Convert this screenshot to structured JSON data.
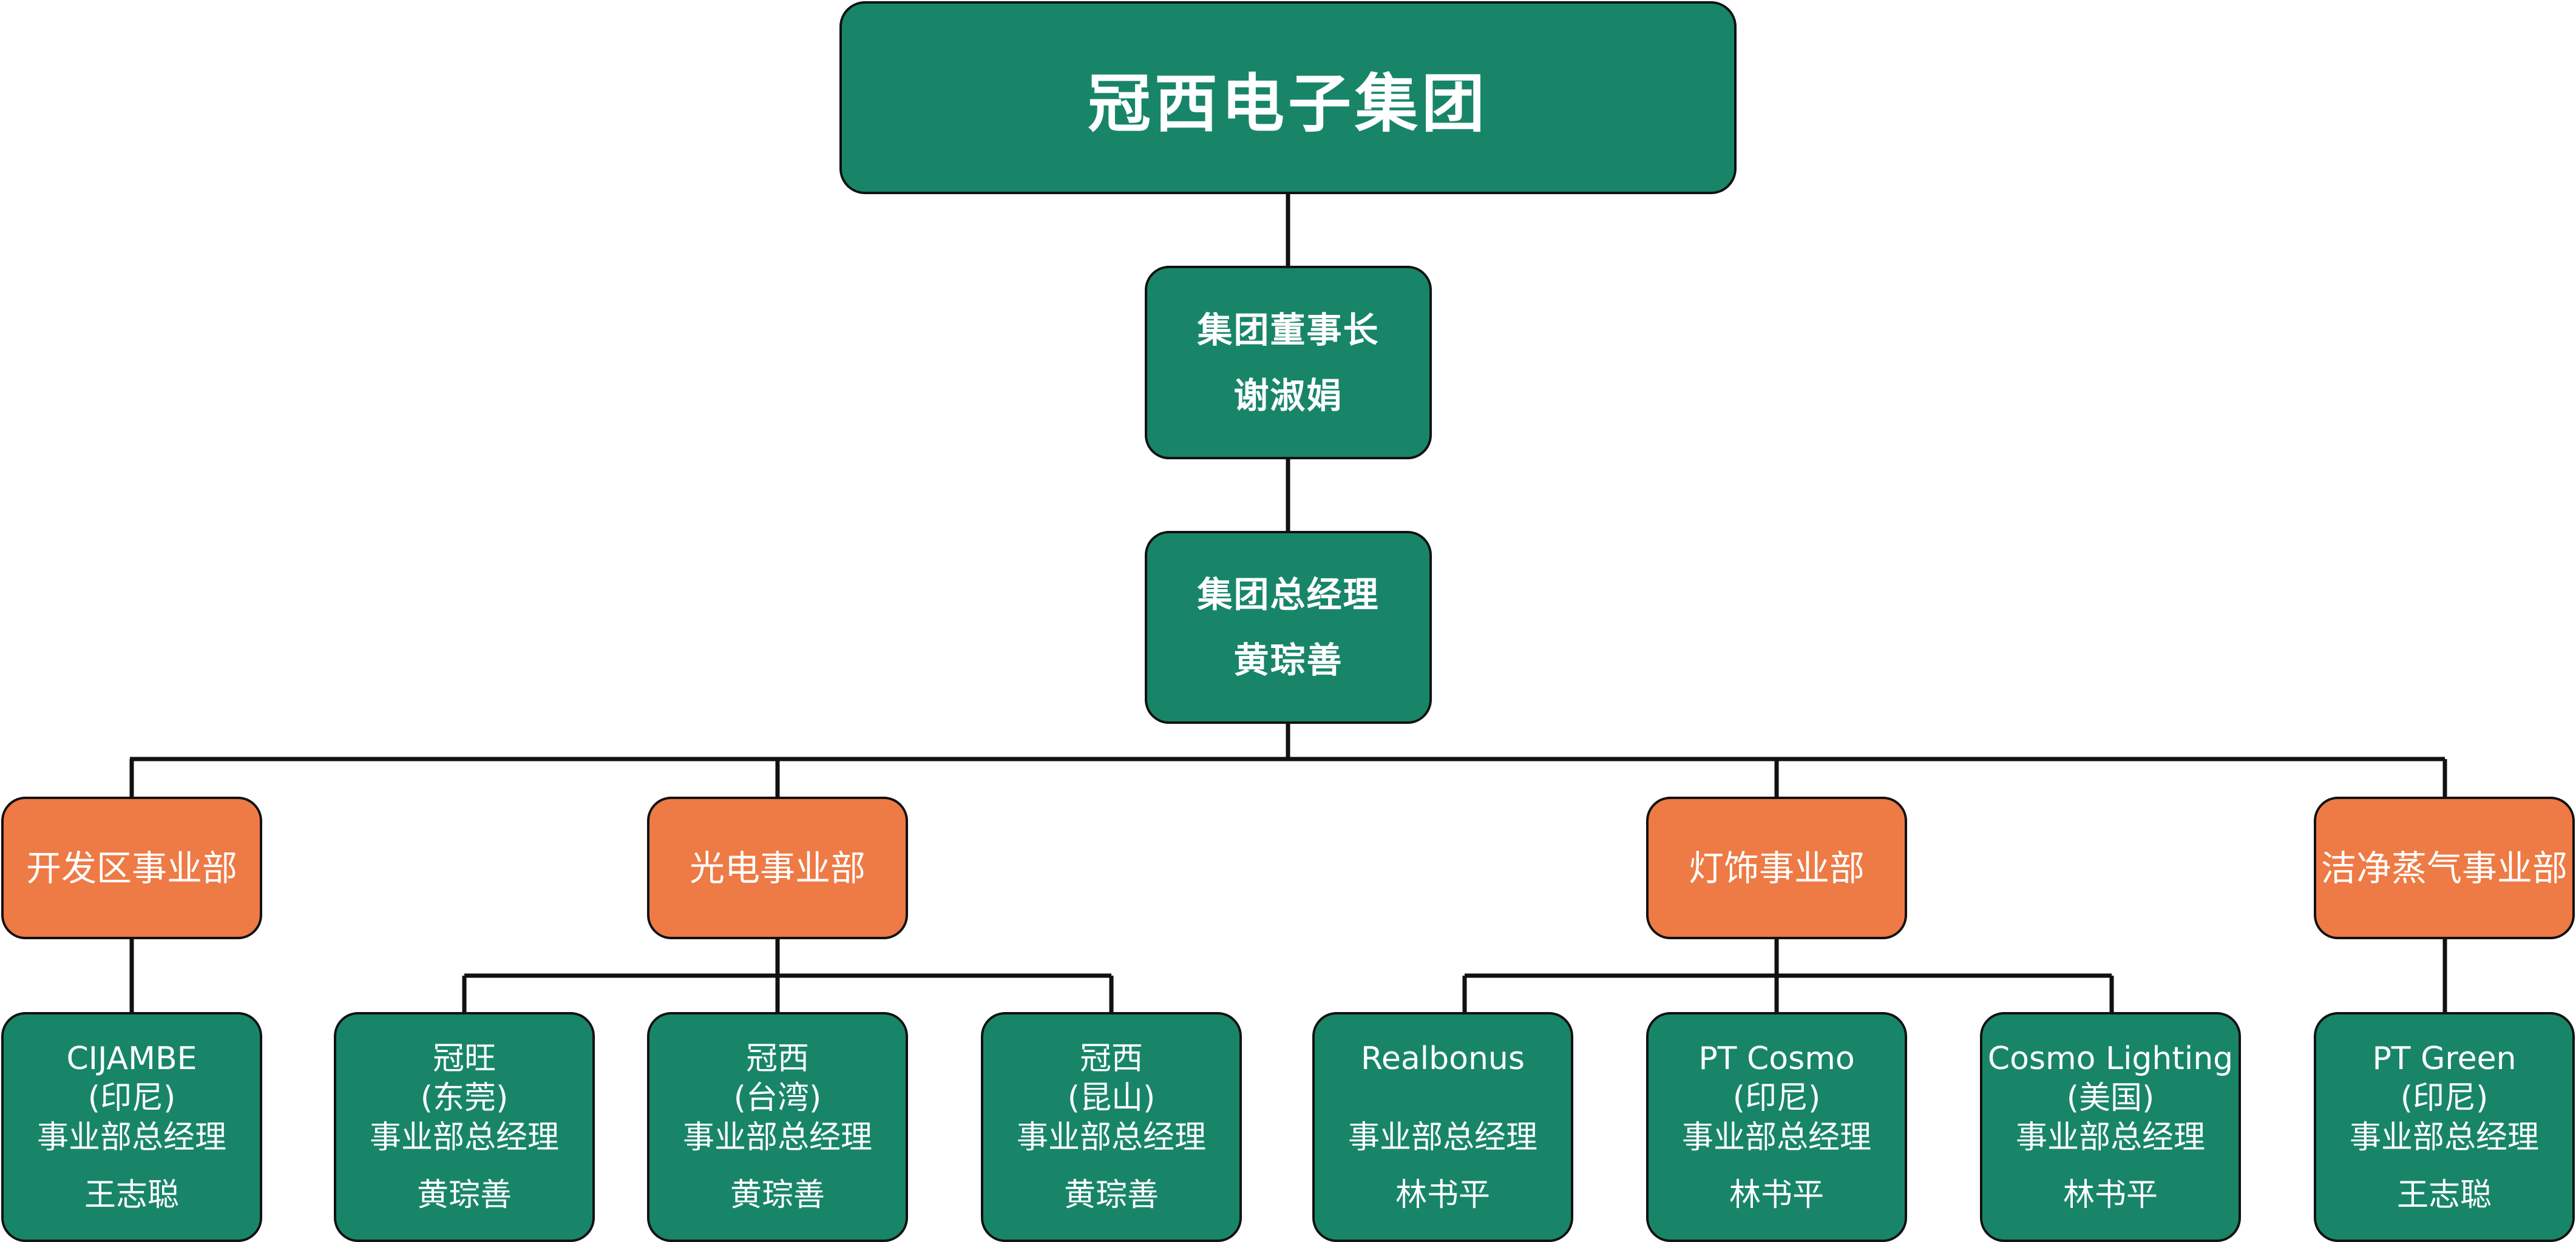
{
  "root": {
    "title": "冠西电子集团"
  },
  "executives": [
    {
      "title": "集团董事长",
      "name": "谢淑娟"
    },
    {
      "title": "集团总经理",
      "name": "黄琮善"
    }
  ],
  "divisions": [
    {
      "name": "开发区事业部",
      "units": [
        {
          "company": "CIJAMBE",
          "location": "(印尼)",
          "role": "事业部总经理",
          "manager": "王志聪"
        }
      ]
    },
    {
      "name": "光电事业部",
      "units": [
        {
          "company": "冠旺",
          "location": "(东莞)",
          "role": "事业部总经理",
          "manager": "黄琮善"
        },
        {
          "company": "冠西",
          "location": "(台湾)",
          "role": "事业部总经理",
          "manager": "黄琮善"
        },
        {
          "company": "冠西",
          "location": "(昆山)",
          "role": "事业部总经理",
          "manager": "黄琮善"
        }
      ]
    },
    {
      "name": "灯饰事业部",
      "units": [
        {
          "company": "Realbonus",
          "location": "",
          "role": "事业部总经理",
          "manager": "林书平"
        },
        {
          "company": "PT Cosmo",
          "location": "(印尼)",
          "role": "事业部总经理",
          "manager": "林书平"
        },
        {
          "company": "Cosmo Lighting",
          "location": "(美国)",
          "role": "事业部总经理",
          "manager": "林书平"
        }
      ]
    },
    {
      "name": "洁净蒸气事业部",
      "units": [
        {
          "company": "PT Green",
          "location": "(印尼)",
          "role": "事业部总经理",
          "manager": "王志聪"
        }
      ]
    }
  ],
  "colors": {
    "box_green": "#188569",
    "box_orange": "#ee7a45",
    "connector": "#111111",
    "text": "#ffffff"
  }
}
